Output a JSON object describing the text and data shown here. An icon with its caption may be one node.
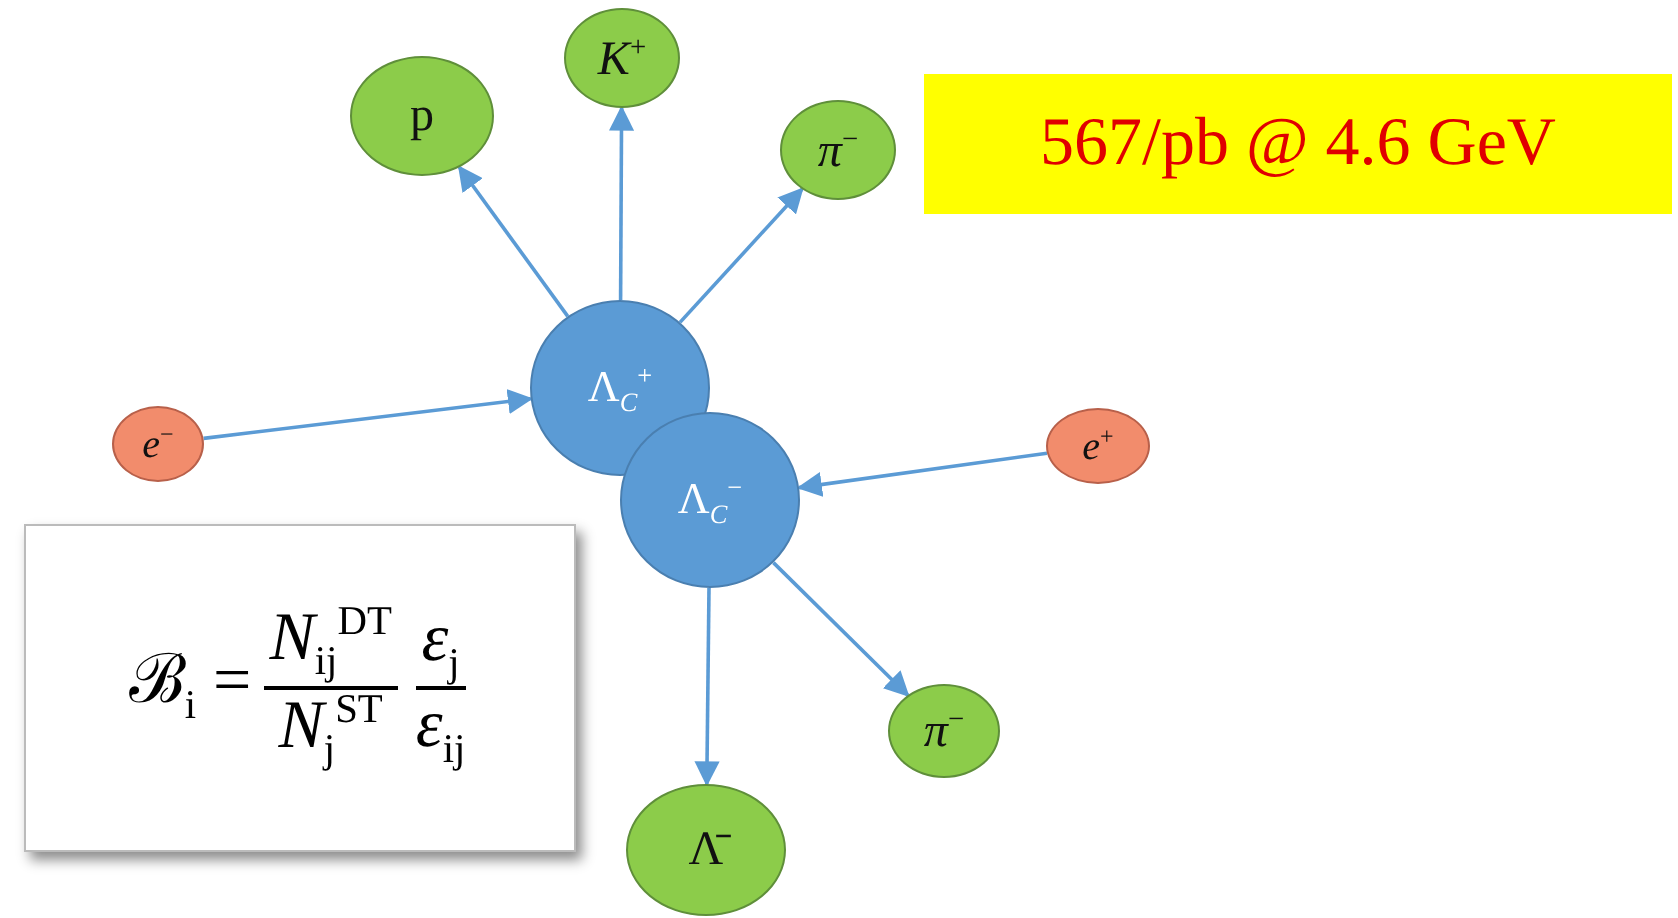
{
  "diagram": {
    "nodes": [
      {
        "text": [
          "p"
        ]
      },
      {
        "text": [
          "*K*$^{+}$"
        ]
      },
      {
        "text": [
          "*π*$^{−}$"
        ]
      },
      {
        "text": [
          "567/pb @ 4.6 GeV"
        ]
      },
      {
        "text": [
          "Λ$_{C}$$^{+}$"
        ]
      },
      {
        "text": [
          "*e*$^{−}$"
        ]
      },
      {
        "text": [
          "*e*$^{+}$"
        ]
      },
      {
        "text": [
          "Λ$_{C}$$^{−}$"
        ]
      },
      {
        "text": [
          "ℬ$_{i}$ =",
          "*N*$_{ij}$$^{DT}$",
          "*N*$_{j}$$^{ST}$",
          "*ε*$_{j}$",
          "*ε*$_{ij}$"
        ]
      },
      {
        "text": [
          "*π*$^{−}$"
        ]
      },
      {
        "text": [
          "Λ̄"
        ]
      }
    ],
    "edges": [
      {
        "from": 4,
        "to": 0,
        "arrow": "to"
      },
      {
        "from": 4,
        "to": 1,
        "arrow": "to"
      },
      {
        "from": 4,
        "to": 2,
        "arrow": "to"
      },
      {
        "from": 5,
        "to": 4,
        "arrow": "to"
      },
      {
        "from": 6,
        "to": 7,
        "arrow": "to"
      },
      {
        "from": 7,
        "to": 9,
        "arrow": "to"
      },
      {
        "from": 7,
        "to": 10,
        "arrow": "to"
      }
    ]
  }
}
